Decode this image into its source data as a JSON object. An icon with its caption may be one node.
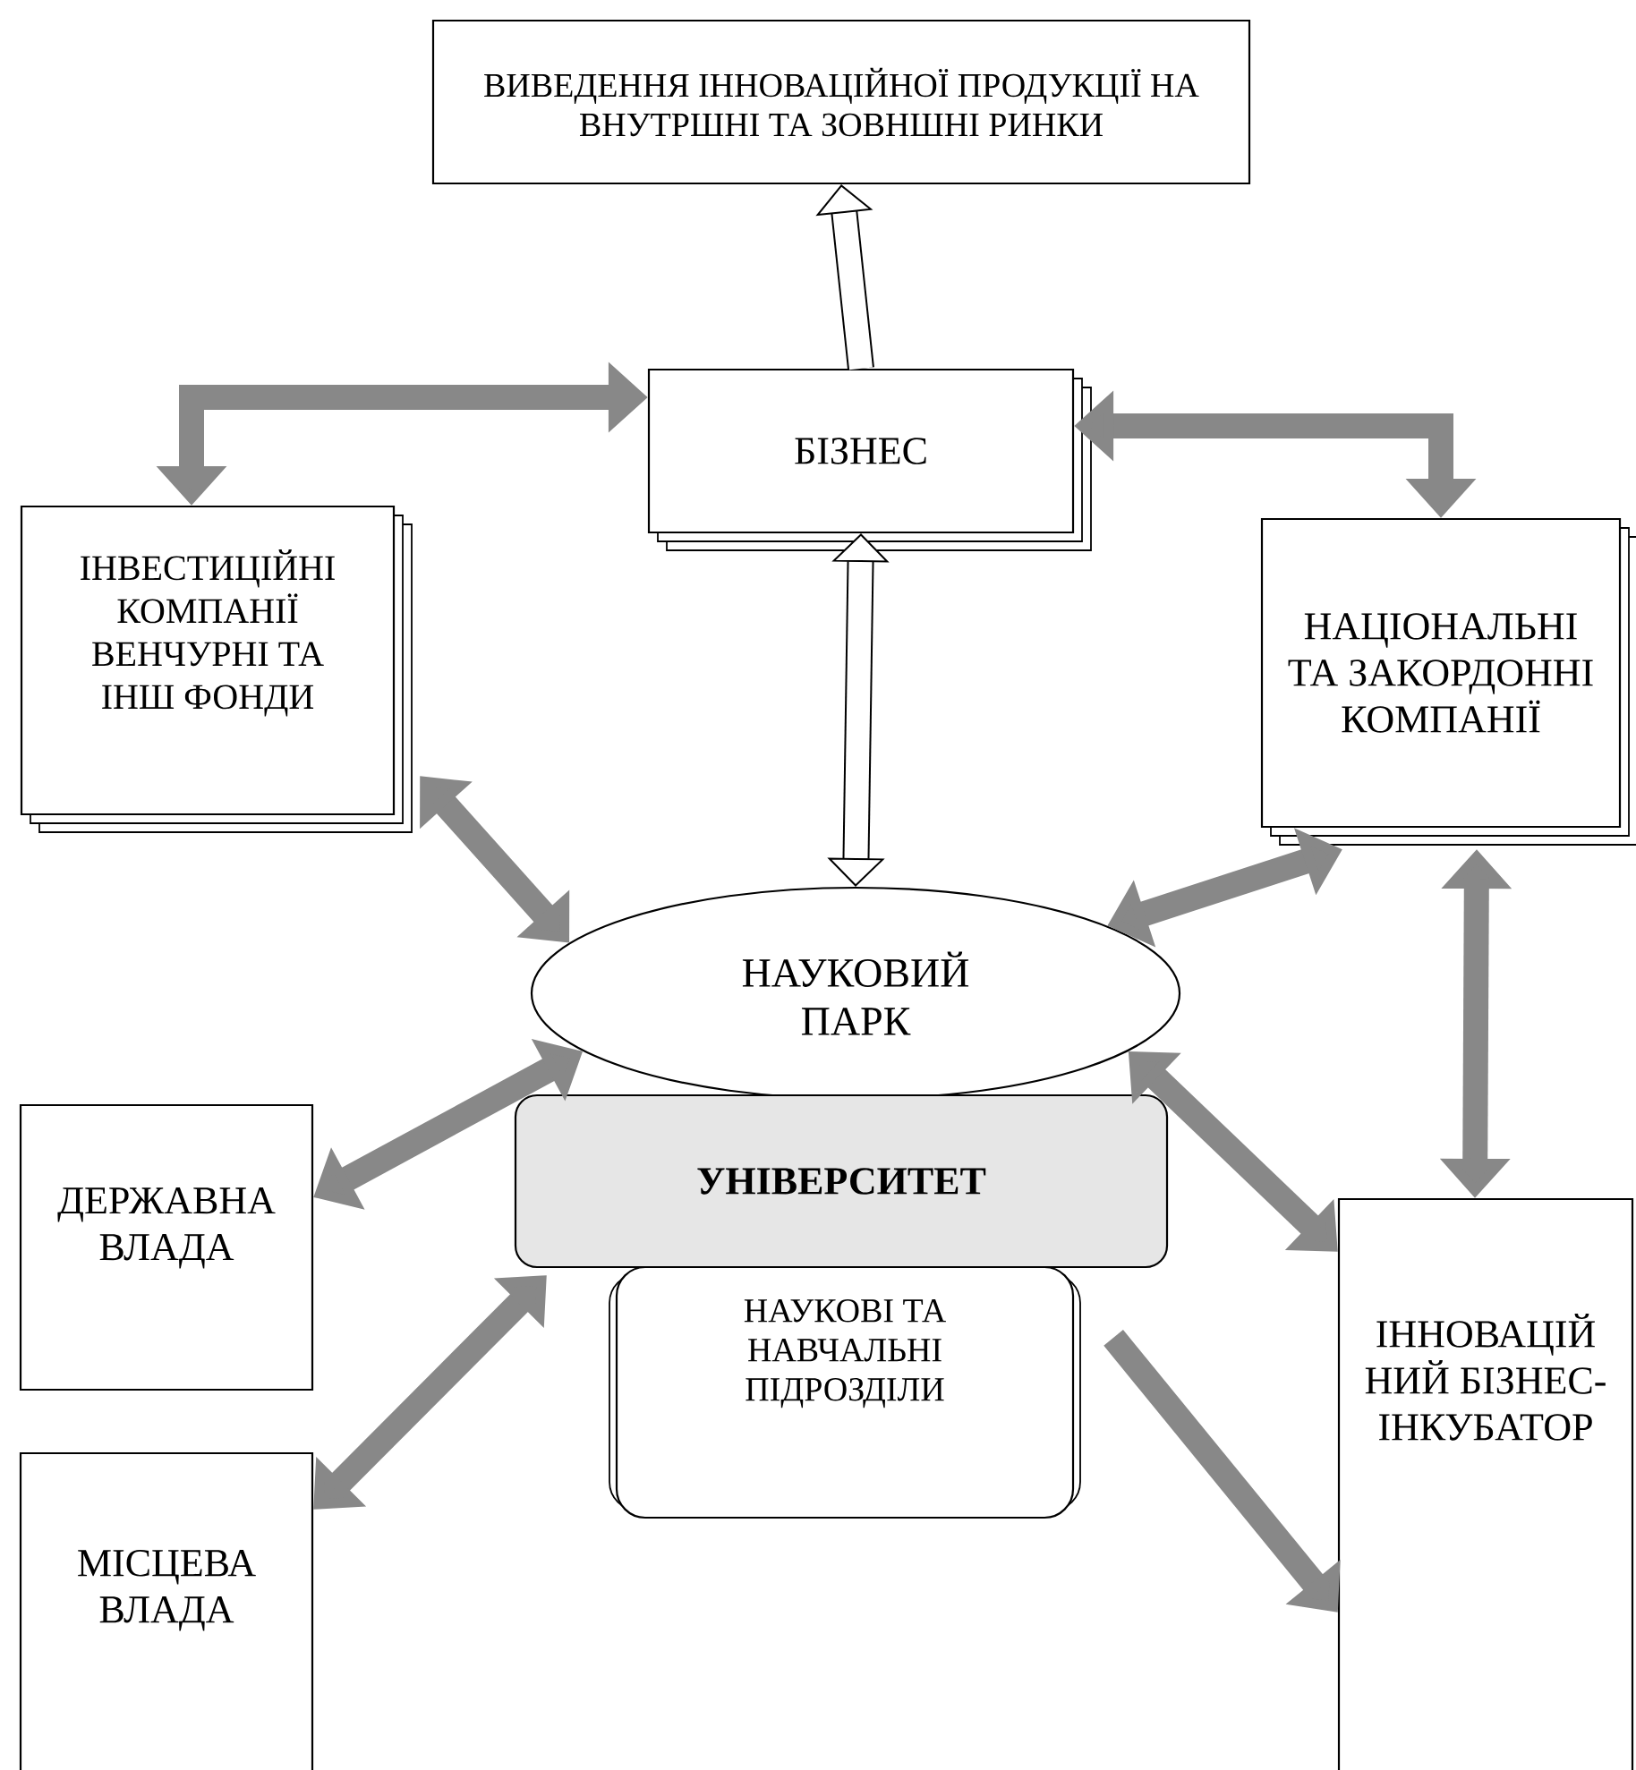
{
  "diagram": {
    "nodes": [
      {
        "text": [
          "ВИВЕДЕННЯ ІННОВАЦІЙНОЇ ПРОДУКЦІЇ НА ВНУТРШНІ ТА ЗОВНШНІ РИНКИ"
        ]
      },
      {
        "text": [
          "БІЗНЕС"
        ]
      },
      {
        "text": [
          "ІНВЕСТИЦІЙНІ КОМПАНІЇ ВЕНЧУРНІ ТА ІНШ ФОНДИ"
        ]
      },
      {
        "text": [
          "НАЦІОНАЛЬНІ ТА ЗАКОРДОННІ КОМПАНІЇ"
        ]
      },
      {
        "text": [
          "НАУКОВИЙ ПАРК"
        ]
      },
      {
        "text": [
          "УНІВЕРСИТЕТ"
        ]
      },
      {
        "text": [
          "НАУКОВІ ТА НАВЧАЛЬНІ ПІДРОЗДІЛИ"
        ]
      },
      {
        "text": [
          "ДЕРЖАВНА ВЛАДА"
        ]
      },
      {
        "text": [
          "МІСЦЕВА ВЛАДА"
        ]
      },
      {
        "text": [
          "ІННОВАЦІЙ НИЙ БІЗНЕС-ІНКУБАТОР"
        ]
      }
    ],
    "edges": [
      {
        "from": 1,
        "to": 0,
        "arrow": "to",
        "color": "#000000"
      },
      {
        "from": 1,
        "to": 4,
        "arrow": "both",
        "color": "#000000"
      },
      {
        "from": 1,
        "to": 2,
        "arrow": "both"
      },
      {
        "from": 1,
        "to": 3,
        "arrow": "both"
      },
      {
        "from": 2,
        "to": 4,
        "arrow": "both"
      },
      {
        "from": 3,
        "to": 4,
        "arrow": "both"
      },
      {
        "from": 3,
        "to": 9,
        "arrow": "both"
      },
      {
        "from": 7,
        "to": 4,
        "arrow": "both"
      },
      {
        "from": 8,
        "to": 5,
        "arrow": "both"
      },
      {
        "from": 4,
        "to": 9,
        "arrow": "both"
      },
      {
        "from": 6,
        "to": 9,
        "arrow": "to"
      }
    ]
  }
}
